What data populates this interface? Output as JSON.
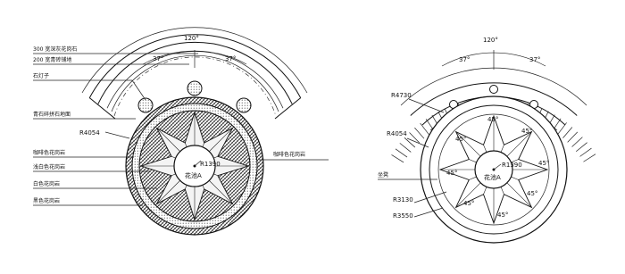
{
  "left_plan": {
    "labels": {
      "granite_300": "300 宽深灰花岗石",
      "brick_200": "200 宽青砖铺地",
      "stone_lamp": "石灯子",
      "cobble_paving": "青石碎拼石地面",
      "coffee_granite_outer": "咖啡色花岗岩",
      "light_granite": "浅白色花岗岩",
      "white_granite": "白色花岗岩",
      "black_granite": "黑色花岗岩",
      "coffee_granite_right": "咖啡色花岗岩"
    },
    "dimensions": {
      "arc_total": "120°",
      "arc_left": "37°",
      "arc_right": "37°",
      "outer_radius": "R4054",
      "inner_radius": "R1390"
    },
    "center_label": "花池A"
  },
  "right_plan": {
    "labels": {
      "bench": "坐凳"
    },
    "dimensions": {
      "arc_total": "120°",
      "arc_left": "37°",
      "arc_right": "37°",
      "band_radius": "R4730",
      "outer_radius": "R4054",
      "inner_radius": "R1390",
      "star_radius": "R3130",
      "ring_radius": "R3550"
    },
    "angles": [
      "45°",
      "45°",
      "45°",
      "45°",
      "45°",
      "45°",
      "45°",
      "45°"
    ],
    "center_label": "花池A"
  },
  "colors": {
    "ink": "#111111",
    "background": "#ffffff"
  }
}
